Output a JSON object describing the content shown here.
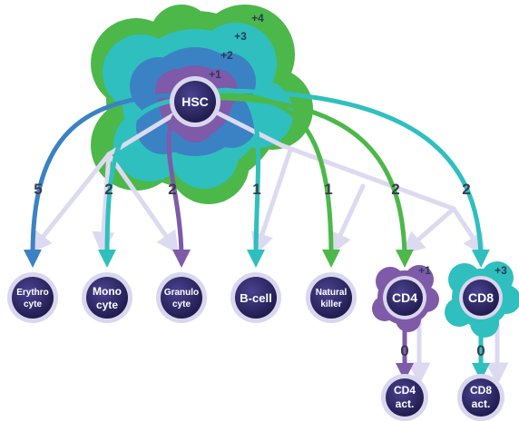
{
  "hsc": {
    "label": "HSC"
  },
  "rings": [
    "+1",
    "+2",
    "+3",
    "+4"
  ],
  "cells": [
    {
      "id": "erythrocyte",
      "label1": "Erythro",
      "label2": "cyte",
      "number": "5",
      "color": "#3b82c4"
    },
    {
      "id": "monocyte",
      "label1": "Mono",
      "label2": "cyte",
      "number": "2",
      "color": "#2fbfbf"
    },
    {
      "id": "granulocyte",
      "label1": "Granulo",
      "label2": "cyte",
      "number": "2",
      "color": "#7e5aa8"
    },
    {
      "id": "b-cell",
      "label1": "B-cell",
      "label2": "",
      "number": "1",
      "color": "#2fbfbf"
    },
    {
      "id": "natural-killer",
      "label1": "Natural",
      "label2": "killer",
      "number": "1",
      "color": "#4cb84a"
    },
    {
      "id": "cd4",
      "label1": "CD4",
      "label2": "",
      "number": "2",
      "color": "#4cb84a",
      "badge": "+1"
    },
    {
      "id": "cd8",
      "label1": "CD8",
      "label2": "",
      "number": "2",
      "color": "#2fbfbf",
      "badge": "+3"
    }
  ],
  "activated": [
    {
      "id": "cd4-act",
      "label1": "CD4",
      "label2": "act.",
      "number": "0"
    },
    {
      "id": "cd8-act",
      "label1": "CD8",
      "label2": "act.",
      "number": "0"
    }
  ],
  "colors": {
    "ring1": "#7e5aa8",
    "ring2": "#3b82c4",
    "ring3": "#2fbfbf",
    "ring4": "#4cb84a",
    "node_dark": "#2a2560",
    "node_rim": "#d9d7ee",
    "gray_arrow": "#dcdaf0"
  }
}
